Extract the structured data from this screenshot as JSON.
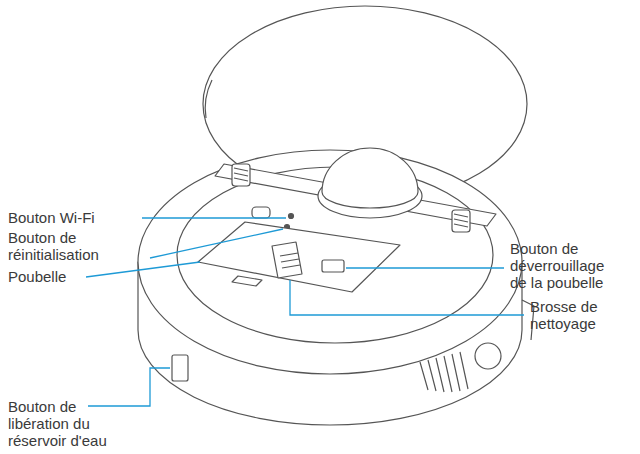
{
  "diagram": {
    "labels": [
      "Bouton Wi-Fi",
      "Bouton de réinitialisation",
      "Poubelle",
      "Bouton de déverrouillage de la poubelle",
      "Brosse de nettoyage",
      "Bouton de libération du réservoir d'eau"
    ]
  }
}
